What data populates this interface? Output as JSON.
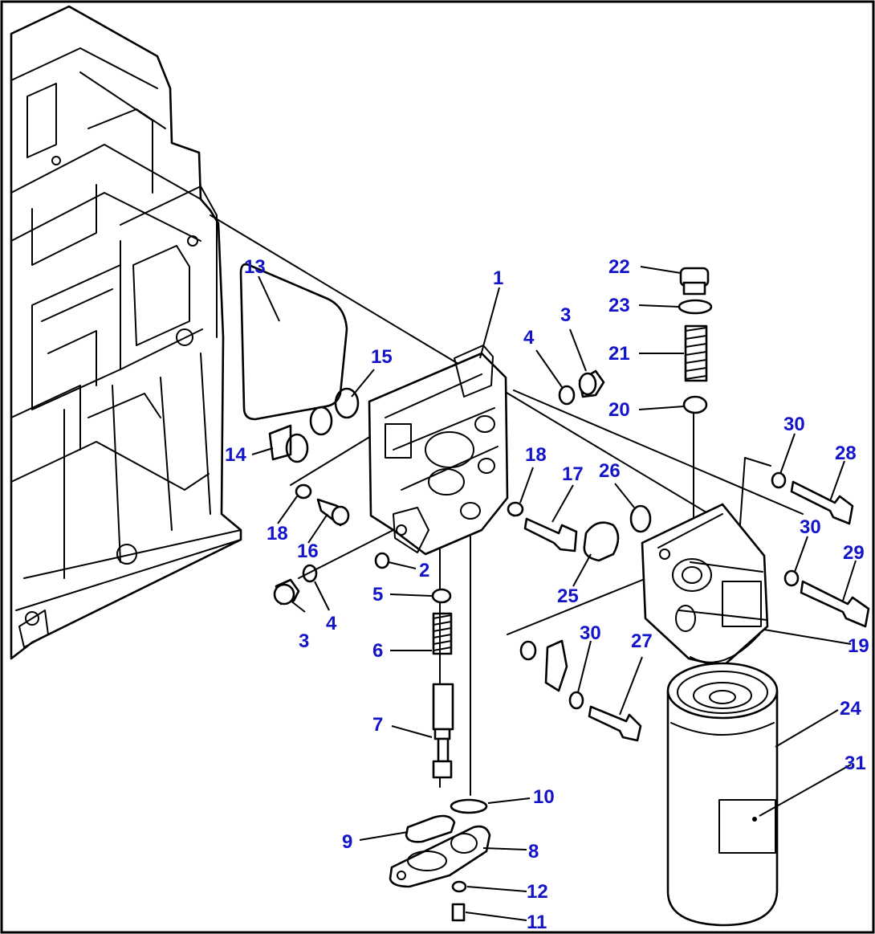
{
  "colors": {
    "callout": "#1414c8",
    "line": "#000000",
    "background": "#ffffff"
  },
  "callouts": [
    {
      "id": "c1",
      "text": "1"
    },
    {
      "id": "c13",
      "text": "13"
    },
    {
      "id": "c15",
      "text": "15"
    },
    {
      "id": "c14",
      "text": "14"
    },
    {
      "id": "c18a",
      "text": "18"
    },
    {
      "id": "c16",
      "text": "16"
    },
    {
      "id": "c3a",
      "text": "3"
    },
    {
      "id": "c4a",
      "text": "4"
    },
    {
      "id": "c2",
      "text": "2"
    },
    {
      "id": "c5",
      "text": "5"
    },
    {
      "id": "c6",
      "text": "6"
    },
    {
      "id": "c7",
      "text": "7"
    },
    {
      "id": "c9",
      "text": "9"
    },
    {
      "id": "c8",
      "text": "8"
    },
    {
      "id": "c10",
      "text": "10"
    },
    {
      "id": "c12",
      "text": "12"
    },
    {
      "id": "c11",
      "text": "11"
    },
    {
      "id": "c4b",
      "text": "4"
    },
    {
      "id": "c3b",
      "text": "3"
    },
    {
      "id": "c18b",
      "text": "18"
    },
    {
      "id": "c17",
      "text": "17"
    },
    {
      "id": "c26",
      "text": "26"
    },
    {
      "id": "c25",
      "text": "25"
    },
    {
      "id": "c22",
      "text": "22"
    },
    {
      "id": "c23",
      "text": "23"
    },
    {
      "id": "c21",
      "text": "21"
    },
    {
      "id": "c20",
      "text": "20"
    },
    {
      "id": "c30a",
      "text": "30"
    },
    {
      "id": "c28",
      "text": "28"
    },
    {
      "id": "c30b",
      "text": "30"
    },
    {
      "id": "c29",
      "text": "29"
    },
    {
      "id": "c19",
      "text": "19"
    },
    {
      "id": "c30c",
      "text": "30"
    },
    {
      "id": "c27",
      "text": "27"
    },
    {
      "id": "c24",
      "text": "24"
    },
    {
      "id": "c31",
      "text": "31"
    }
  ]
}
